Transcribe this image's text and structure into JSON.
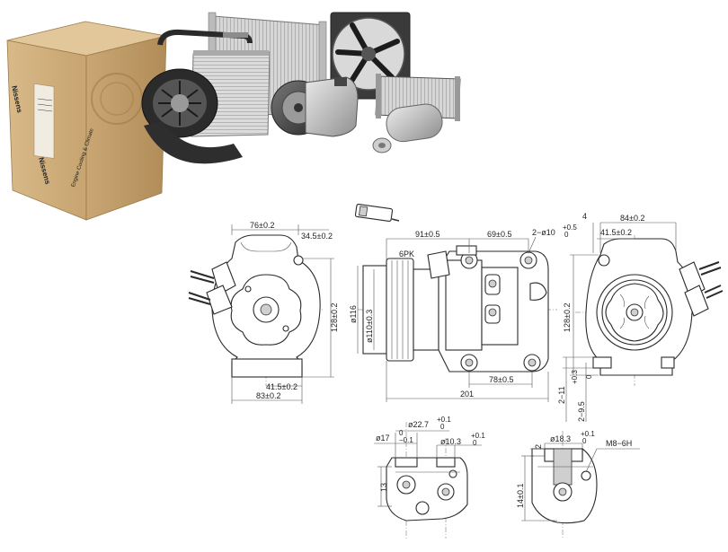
{
  "product_photo": {
    "box_brand": "Nissens",
    "box_slogan": "Engine Cooling & Climate"
  },
  "views": {
    "left_view": {
      "dims": {
        "top_width": "76±0.2",
        "top_right": "34.5±0.2",
        "height": "128±0.2",
        "bottom_offset": "41.5±0.2",
        "bottom_width": "83±0.2"
      }
    },
    "side_view": {
      "dims": {
        "top_a": "91±0.5",
        "top_b": "69±0.5",
        "hole": "2−ø10",
        "hole_tol": "+0.5",
        "hole_tol2": "0",
        "belt": "6PK",
        "pulley_outer": "ø116",
        "pulley_inner": "ø110±0.3",
        "mount_spacing": "78±0.5",
        "length": "201"
      }
    },
    "right_view": {
      "dims": {
        "top_small": "4",
        "top_width": "84±0.2",
        "top_offset": "41.5±0.2",
        "height": "128±0.2",
        "bottom_a": "2−11",
        "bottom_b": "2−9.5",
        "bottom_b_tol": "+0.3",
        "bottom_b_tol2": "0"
      }
    },
    "detail_left": {
      "dims": {
        "outer": "ø22.7",
        "outer_tol": "+0.1",
        "outer_tol2": "0",
        "left": "ø17",
        "left_tol": "0",
        "left_tol2": "−0.1",
        "inner": "ø10.3",
        "inner_tol": "+0.1",
        "inner_tol2": "0",
        "height": "13"
      }
    },
    "detail_right": {
      "dims": {
        "top_small": "2",
        "bore": "ø18.3",
        "bore_tol": "+0.1",
        "bore_tol2": "0",
        "thread": "M8−6H",
        "height": "14±0.1"
      }
    }
  }
}
